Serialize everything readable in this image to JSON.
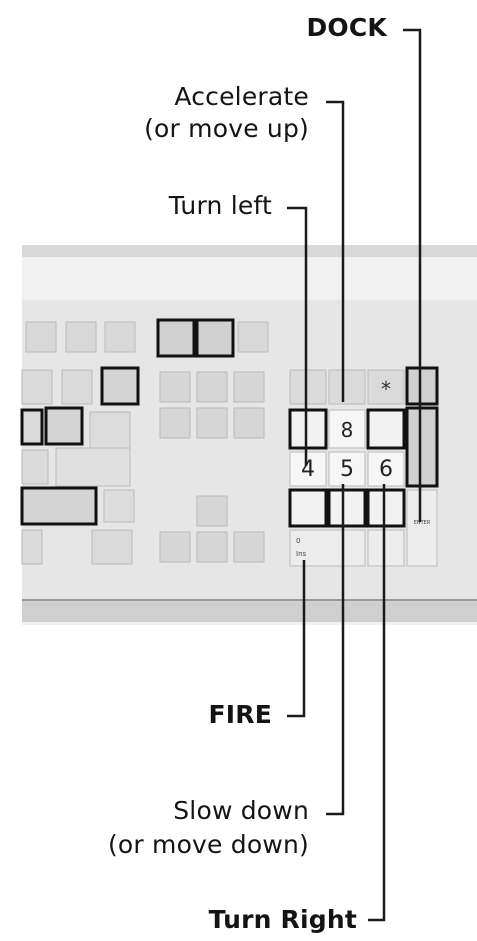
{
  "callouts": {
    "dock": "DOCK",
    "accelerate": "Accelerate",
    "accelerate_sub": "(or move up)",
    "turn_left": "Turn left",
    "fire": "FIRE",
    "slow_down": "Slow down",
    "slow_down_sub": "(or move down)",
    "turn_right": "Turn Right"
  },
  "numpad": {
    "key_8": "8",
    "key_4": "4",
    "key_5": "5",
    "key_6": "6",
    "key_star": "*",
    "key_enter": "ENTER",
    "key_0": "0",
    "key_ins": "Ins"
  },
  "colors": {
    "keyboard_body": "#e9e9e9",
    "key_face": "#dcdcdc",
    "key_highlight": "#f4f4f4",
    "outline": "#111111",
    "line": "#1a1a1a"
  }
}
